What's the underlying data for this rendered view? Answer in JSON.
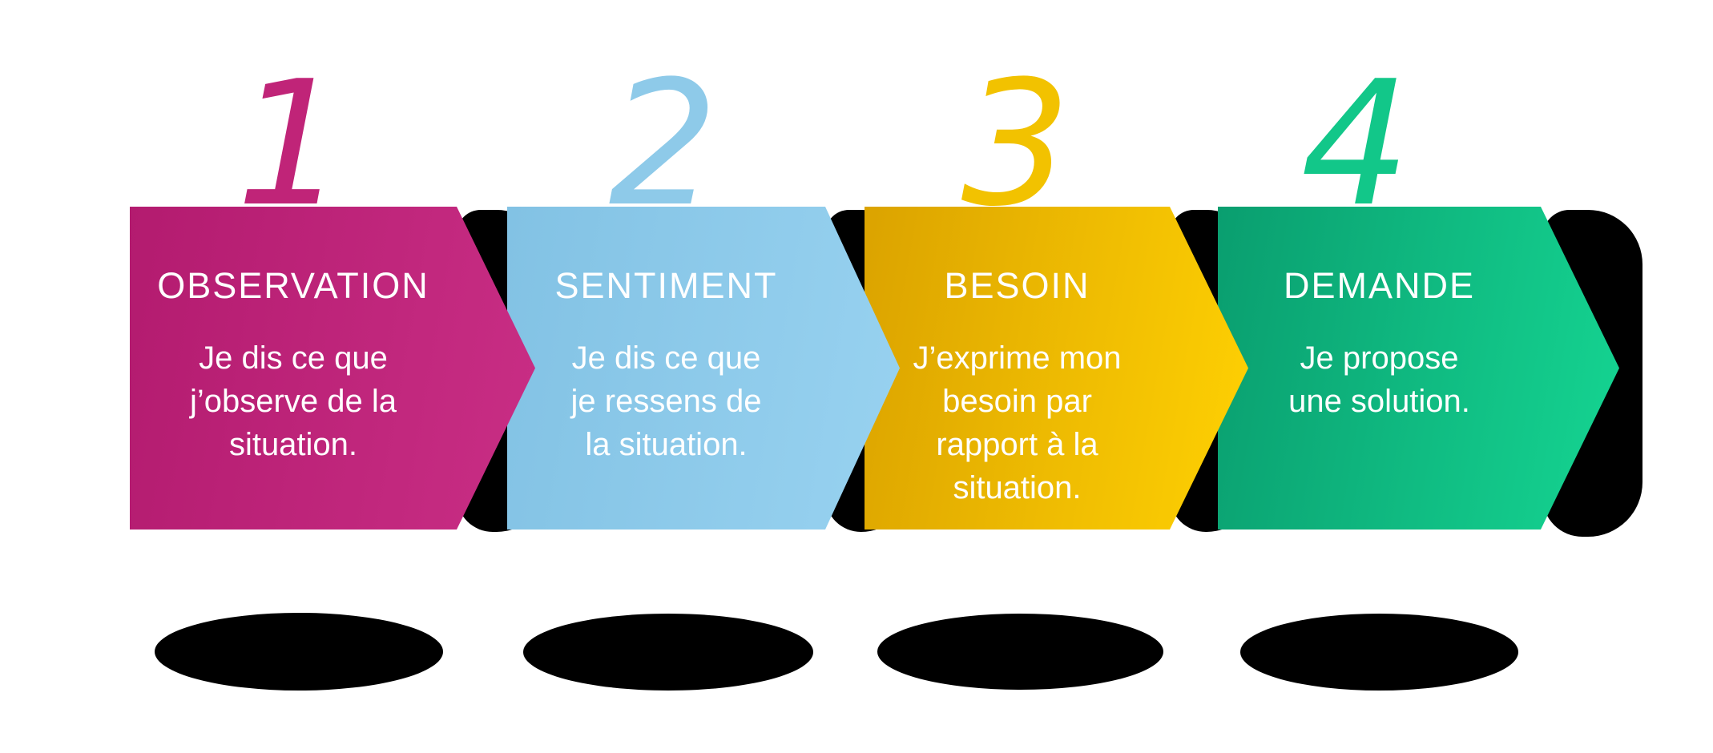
{
  "steps": [
    {
      "number": "1",
      "title": "OBSERVATION",
      "body": [
        "Je dis ce que",
        "j’observe de la",
        "situation."
      ],
      "color": "#c02478",
      "gradient": [
        "#b31b6f",
        "#c92e85"
      ]
    },
    {
      "number": "2",
      "title": "SENTIMENT",
      "body": [
        "Je dis ce que",
        "je ressens de",
        "la situation."
      ],
      "color": "#8ecae9",
      "gradient": [
        "#82c2e4",
        "#98d2f0"
      ]
    },
    {
      "number": "3",
      "title": "BESOIN",
      "body": [
        "J’exprime mon",
        "besoin par",
        "rapport à la",
        "situation."
      ],
      "color": "#f2c200",
      "gradient": [
        "#dba300",
        "#ffd103"
      ]
    },
    {
      "number": "4",
      "title": "DEMANDE",
      "body": [
        "Je propose",
        "une solution."
      ],
      "color": "#12c789",
      "gradient": [
        "#0a9e6f",
        "#15d592"
      ]
    }
  ],
  "shadow_color": "#000000",
  "background_color": "#ffffff"
}
